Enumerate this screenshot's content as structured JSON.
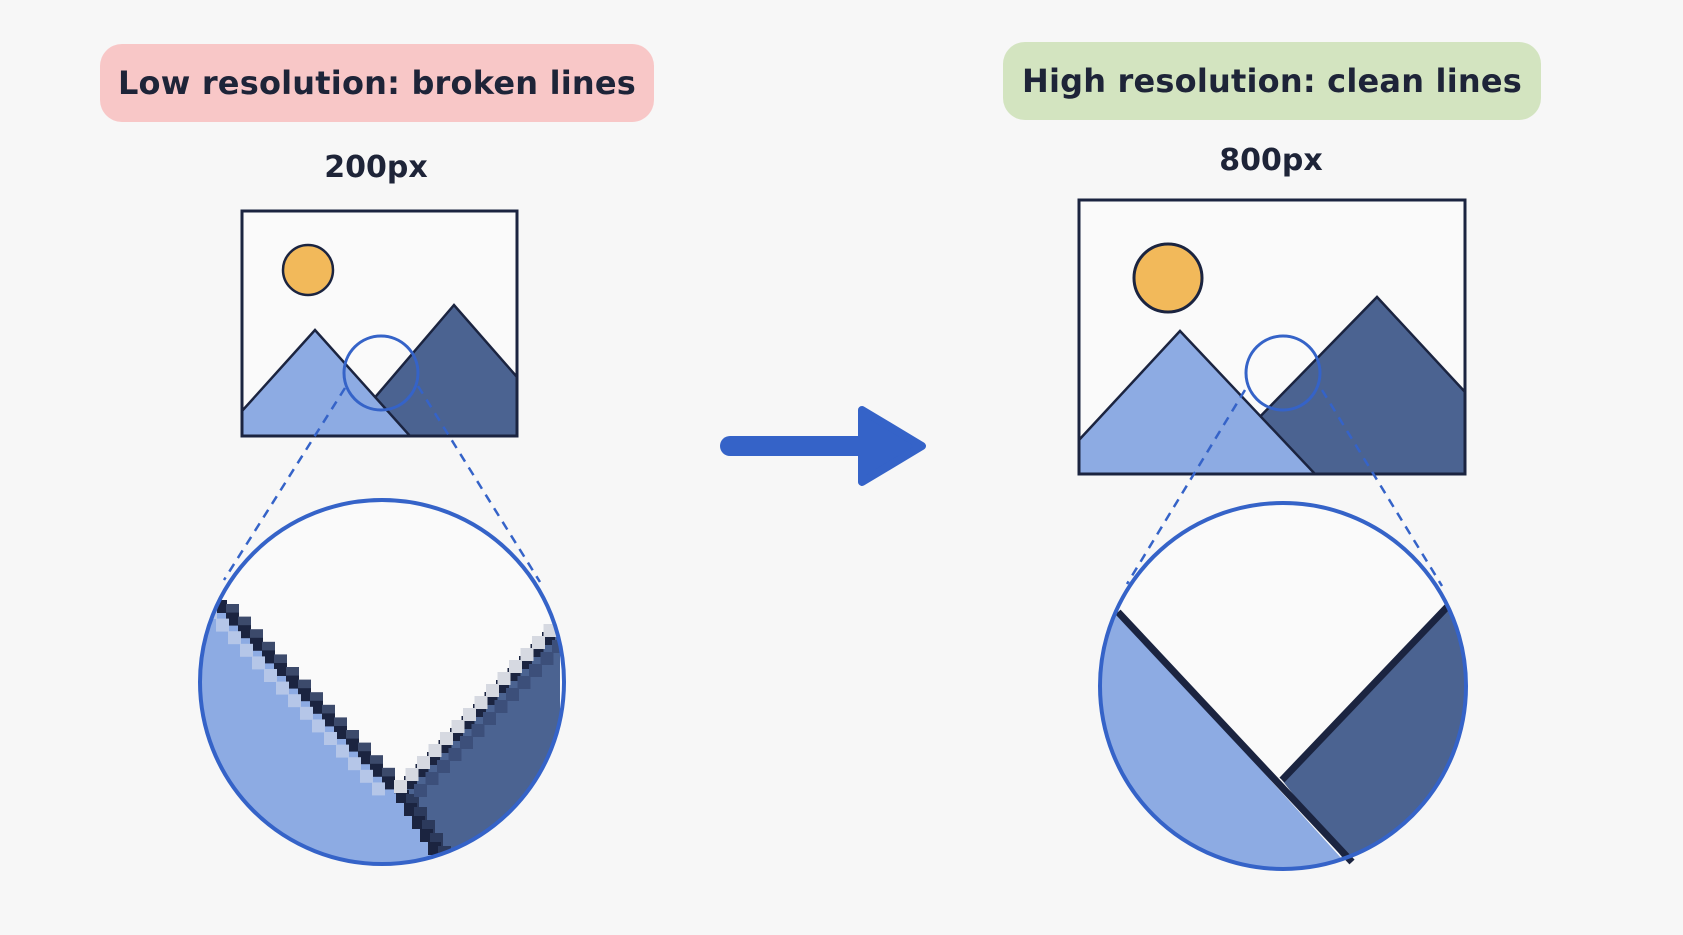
{
  "labels": {
    "low": "Low resolution: broken lines",
    "high": "High resolution: clean lines"
  },
  "sizes": {
    "low": "200px",
    "high": "800px"
  },
  "colors": {
    "background": "#f7f7f7",
    "low_pill": "#f8c7c7",
    "high_pill": "#d3e4c0",
    "sun": "#f2b95a",
    "mountain_light": "#8dabe3",
    "mountain_dark": "#4b6391",
    "outline": "#1b2440",
    "accent_blue": "#3563c8"
  },
  "icons": {
    "transition": "arrow-right-icon"
  }
}
